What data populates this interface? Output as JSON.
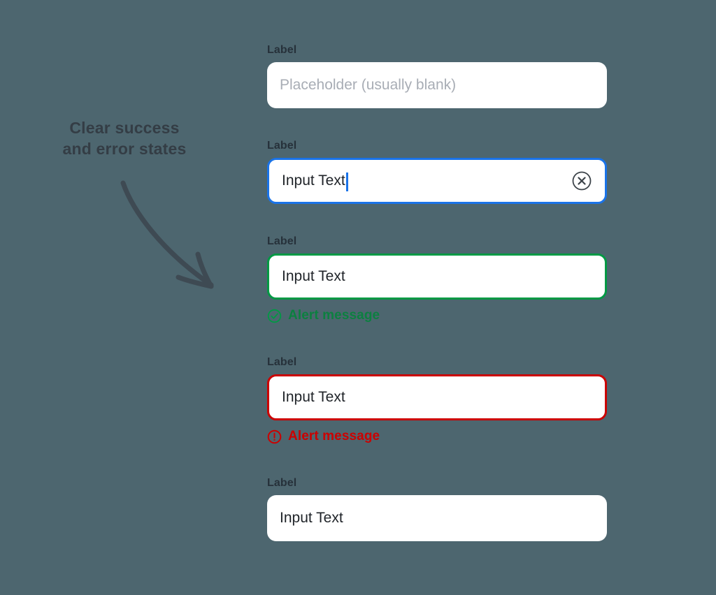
{
  "canvas": {
    "background_color": "#4d666f"
  },
  "annotation": {
    "line1": "Clear success",
    "line2": "and error states",
    "color": "#343d45",
    "arrow_icon": "curved-arrow-down-right-icon"
  },
  "colors": {
    "focus_blue": "#1a73e8",
    "success_green": "#009944",
    "success_text_green": "#0c8040",
    "error_red": "#cc0000",
    "input_text": "#1f2328",
    "placeholder_text": "#a8adb5",
    "label_text": "#26313a"
  },
  "fields": [
    {
      "id": "placeholder",
      "label": "Label",
      "value": "",
      "placeholder": "Placeholder (usually blank)",
      "state": "default",
      "has_clear_icon": false,
      "has_caret": false,
      "alert": null
    },
    {
      "id": "focused",
      "label": "Label",
      "value": "Input Text",
      "placeholder": "",
      "state": "focused",
      "has_clear_icon": true,
      "clear_icon": "circle-x-clear-icon",
      "has_caret": true,
      "alert": null
    },
    {
      "id": "success",
      "label": "Label",
      "value": "Input Text",
      "placeholder": "",
      "state": "success",
      "has_clear_icon": false,
      "has_caret": false,
      "alert": {
        "text": "Alert message",
        "icon": "circle-check-success-icon",
        "kind": "success"
      }
    },
    {
      "id": "error",
      "label": "Label",
      "value": "Input Text",
      "placeholder": "",
      "state": "error",
      "has_clear_icon": false,
      "has_caret": false,
      "alert": {
        "text": "Alert message",
        "icon": "circle-exclamation-error-icon",
        "kind": "error"
      }
    },
    {
      "id": "filled",
      "label": "Label",
      "value": "Input Text",
      "placeholder": "",
      "state": "default",
      "has_clear_icon": false,
      "has_caret": false,
      "alert": null
    }
  ]
}
